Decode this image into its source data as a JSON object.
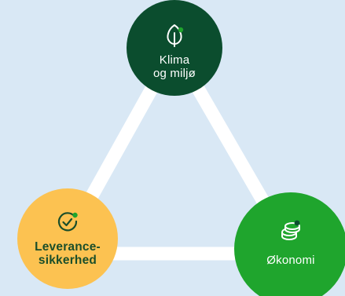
{
  "diagram": {
    "nodes": [
      {
        "id": "climate",
        "lines": [
          "Klima",
          "og miljø"
        ],
        "icon": "leaf-icon",
        "color": "#0b4d2e",
        "text_color": "#ffffff"
      },
      {
        "id": "supply",
        "lines": [
          "Leverance-",
          "sikkerhed"
        ],
        "icon": "check-circle-icon",
        "color": "#fcc251",
        "text_color": "#1a4e2a"
      },
      {
        "id": "economy",
        "lines": [
          "Økonomi"
        ],
        "icon": "coins-icon",
        "color": "#1fa52d",
        "text_color": "#ffffff"
      }
    ],
    "edges": [
      [
        "climate",
        "supply"
      ],
      [
        "climate",
        "economy"
      ],
      [
        "supply",
        "economy"
      ]
    ],
    "colors": {
      "background": "#d9e8f5",
      "connector": "#ffffff",
      "accent_dot": "#1fa52d"
    }
  }
}
